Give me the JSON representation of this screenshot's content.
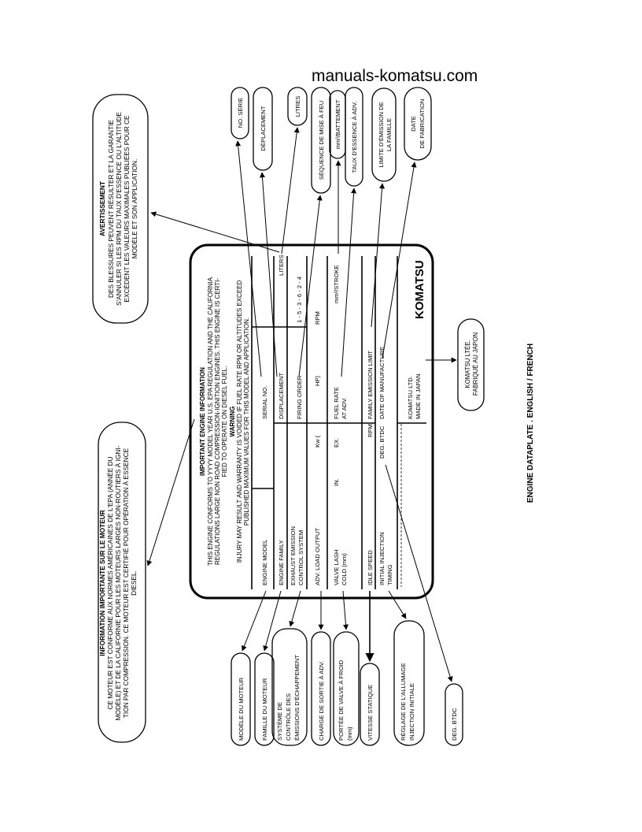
{
  "watermark": "manuals-komatsu.com",
  "figure_title": "ENGINE DATAPLATE . ENGLISH / FRENCH",
  "plate": {
    "header": "IMPORTANT ENGINE INFORMATION",
    "intro": [
      "THIS ENGINE CONFORMS TO YYYY MODEL YEAR U.S. EPA REGULATION AND THE CALIFORNIA",
      "REGULATIONS LARGE NON ROAD COMPRESSION-IGNITION ENGINES. THIS ENGINE IS CERTI-",
      "FIED TO OPERATE ON DIESEL FUEL."
    ],
    "warning_title": "WARNING",
    "warning": [
      "INJURY MAY RESULT AND WARRANTY IS VOIDED IF FUEL RATE RPM OR ALTITUDES EXCEED",
      "PUBLISHED MAXIMUM VALUES FOR THIS MODEL AND APPLICATION."
    ],
    "labels": {
      "engine_model": "ENGINE MODEL",
      "serial_no": "SERIAL NO.",
      "engine_family": "ENGINE FAMILY",
      "displacement": "DISPLACEMENT",
      "liters": "LITERS",
      "exhaust_1": "EXHAUST EMISSION",
      "exhaust_2": "CONTROL SYSTEM",
      "firing_order": "FIRING ORDER",
      "firing_value": "1 - 5 - 3 - 6 - 2 - 4",
      "adv_load": "ADV. LOAD OUTPUT",
      "kw": "Kw  (",
      "hp": "HP)",
      "rpm": "RPM",
      "valve_1": "VALVE LASH",
      "valve_2": "COLD (mm)",
      "in": "IN.",
      "ex": "EX.",
      "fuel_rate_1": "FUEL RATE",
      "fuel_rate_2": "AT ADV.",
      "stroke": "mm³/STROKE",
      "idle_speed": "IDLE SPEED",
      "rpm2": "RPM",
      "family_emission": "FAMILY EMISSION LIMIT",
      "initial_1": "INITIAL INJECTION",
      "initial_2": "TIMING",
      "deg": "DEG. BTDC",
      "date_manufacture": "DATE OF MANUFACTURE",
      "maker_1": "KOMATSU LTD.",
      "maker_2": "MADE IN JAPAN",
      "logo": "KOMATSU"
    }
  },
  "notes": {
    "info": [
      "INFORMATION IMPORTANTE SUR LE MOTEUR",
      "CE MOTEUR EST CONFORME AUX NORMES AMÉRICAINES DE L'EPA (ANNÉE DU",
      "MODÈLE) ET DE LA CALIFORNIE POUR LES MOTEURS LARGES NON-ROUTIERS À IGNI-",
      "TION PAR COMPRESSION. CE MOTEUR EST CERTIFIÉ POUR OPÉRATION À ESSENCE",
      "DIESEL."
    ],
    "avert": [
      "AVERTISSEMENT",
      "DES BLESSURES PEUVENT RÉSULTER ET LA GARANTIE",
      "S'ANNULER SI LES RPM DU TAUX D'ESSENCE OU L'ALTITUDE",
      "EXCÈDENT LES VALEURS MAXIMALES PUBLIÉES POUR CE",
      "MODÈLE ET SON APPLICATION."
    ],
    "maker": [
      "KOMATSU LTÉE.",
      "FABRIQUÉ AU JAPON"
    ]
  },
  "callouts_top": {
    "no_serie": "NO. SÉRIE",
    "deplacement": "DÉPLACEMENT",
    "litres": "LITRES",
    "sequence": "SÉQUENCE DE MISE À FEU",
    "battement": "mm³/BATTEMENT",
    "taux": "TAUX D'ESSENCE À ADV.",
    "limite_1": "LIMITE D'ÉMISSION DE",
    "limite_2": "LA FAMILLE",
    "date_1": "DATE",
    "date_2": "DE FABRICATION"
  },
  "callouts_bottom": {
    "modele": "MODÈLE DU MOTEUR",
    "famille": "FAMILLE DU MOTEUR",
    "systeme_1": "SYSTÈME DE",
    "systeme_2": "CONTRÔLE DES",
    "systeme_3": "ÉMISSIONS D'ÉCHAPPEMENT",
    "charge": "CHARGE DE SORTIE À ADV.",
    "portee_1": "PORTÉE DE VALVE À FROID",
    "portee_2": "(mm)",
    "vitesse": "VITESSE STATIQUE",
    "reglage_1": "RÉGLAGE DE L'ALLUMAGE",
    "reglage_2": "INJECTION INITIALE",
    "deg_btdc": "DEG. BTDC"
  }
}
